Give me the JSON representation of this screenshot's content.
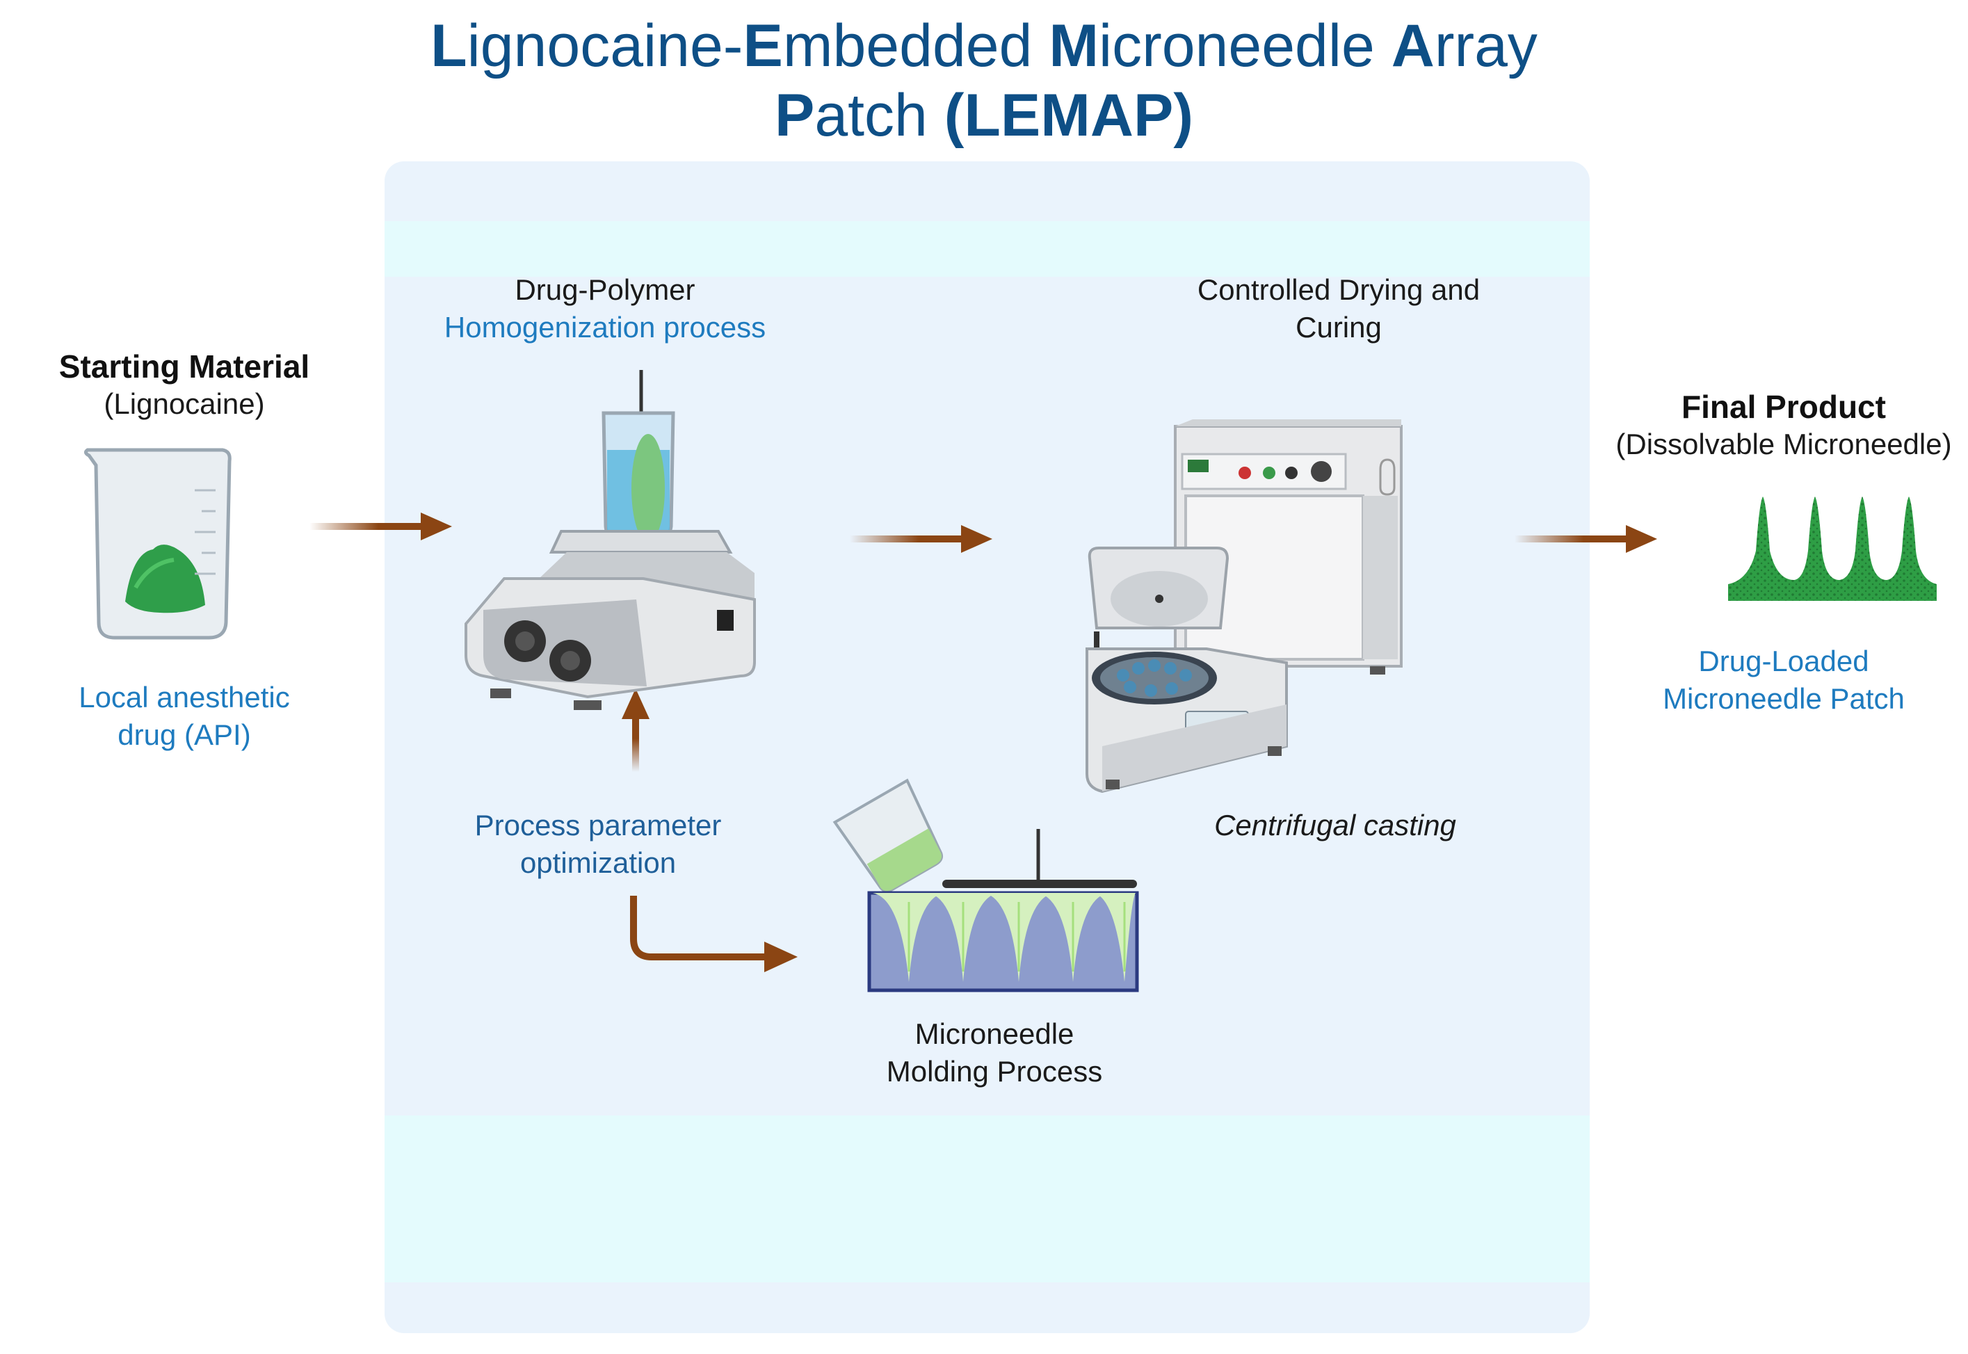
{
  "title": {
    "line1": [
      {
        "initial": "L",
        "rest": "ignocaine-"
      },
      {
        "initial": "E",
        "rest": "mbedded "
      },
      {
        "initial": "M",
        "rest": "icroneedle "
      },
      {
        "initial": "A",
        "rest": "rray"
      }
    ],
    "line2_initial": "P",
    "line2_rest": "atch ",
    "line2_acronym": "(LEMAP)"
  },
  "starting_material": {
    "heading": "Starting Material",
    "subheading": "(Lignocaine)",
    "caption_line1": "Local anesthetic",
    "caption_line2": "drug (API)"
  },
  "homogenization": {
    "line1": "Drug-Polymer",
    "line2": "Homogenization process"
  },
  "drying": {
    "line1": "Controlled Drying and",
    "line2": "Curing"
  },
  "centrifugal": {
    "label": "Centrifugal casting"
  },
  "optimization": {
    "line1": "Process parameter",
    "line2": "optimization"
  },
  "molding": {
    "line1": "Microneedle",
    "line2": "Molding Process"
  },
  "final_product": {
    "heading": "Final Product",
    "subheading": "(Dissolvable Microneedle)",
    "caption_line1": "Drug-Loaded",
    "caption_line2": "Microneedle Patch"
  },
  "colors": {
    "title": "#0e4f86",
    "caption_blue": "#1e7bbf",
    "arrow": "#8b4513",
    "panel": "#eaf3fc",
    "needle_green": "#2e9e45"
  }
}
